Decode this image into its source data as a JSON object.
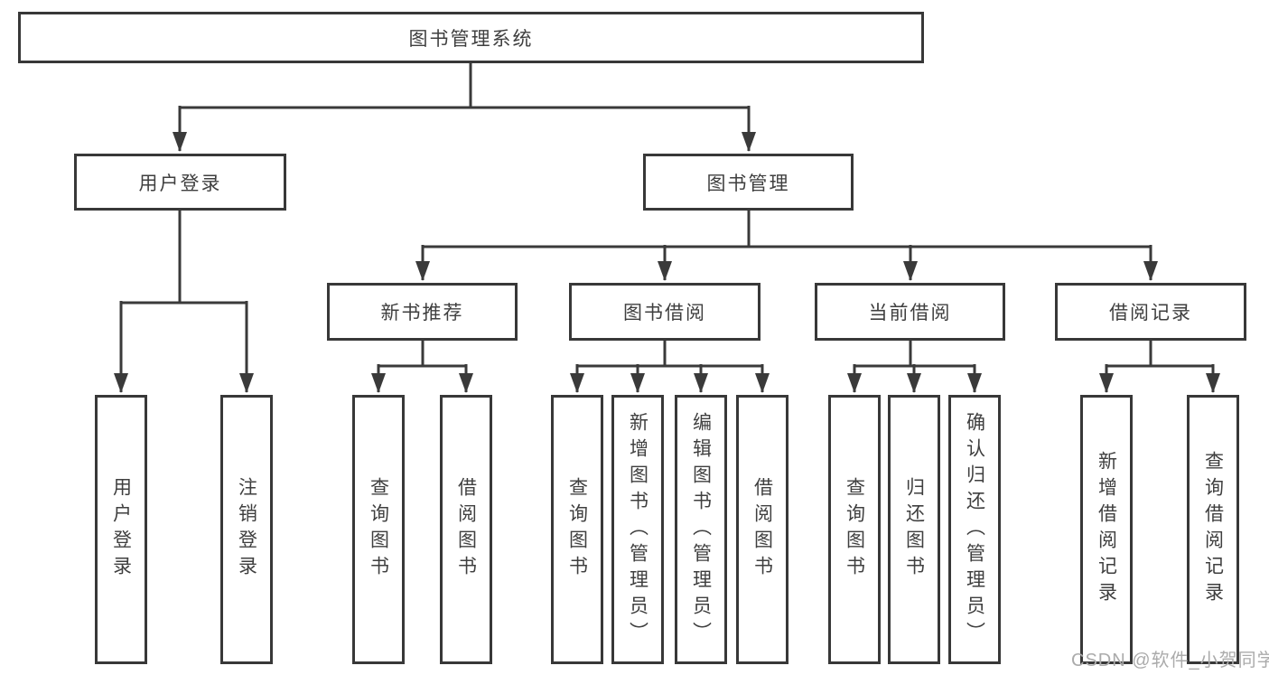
{
  "diagram": {
    "root": {
      "label": "图书管理系统"
    },
    "level2": [
      {
        "label": "用户登录"
      },
      {
        "label": "图书管理"
      }
    ],
    "level3": [
      {
        "label": "新书推荐"
      },
      {
        "label": "图书借阅"
      },
      {
        "label": "当前借阅"
      },
      {
        "label": "借阅记录"
      }
    ],
    "leaves": {
      "user_login": [
        "用户登录",
        "注销登录"
      ],
      "new_book": [
        "查询图书",
        "借阅图书"
      ],
      "book_borrow": [
        "查询图书",
        "新增图书（管理员）",
        "编辑图书（管理员）",
        "借阅图书"
      ],
      "current_borrow": [
        "查询图书",
        "归还图书",
        "确认归还（管理员）"
      ],
      "borrow_records": [
        "新增借阅记录",
        "查询借阅记录"
      ]
    }
  },
  "watermark": {
    "text": "CSDN @软件_小贺同学"
  },
  "colors": {
    "line": "#3a3a3a",
    "border": "#383838",
    "text": "#3f3f3f",
    "box_background": "#ffffff",
    "page_background": "#ffffff",
    "watermark": "#ababab"
  }
}
